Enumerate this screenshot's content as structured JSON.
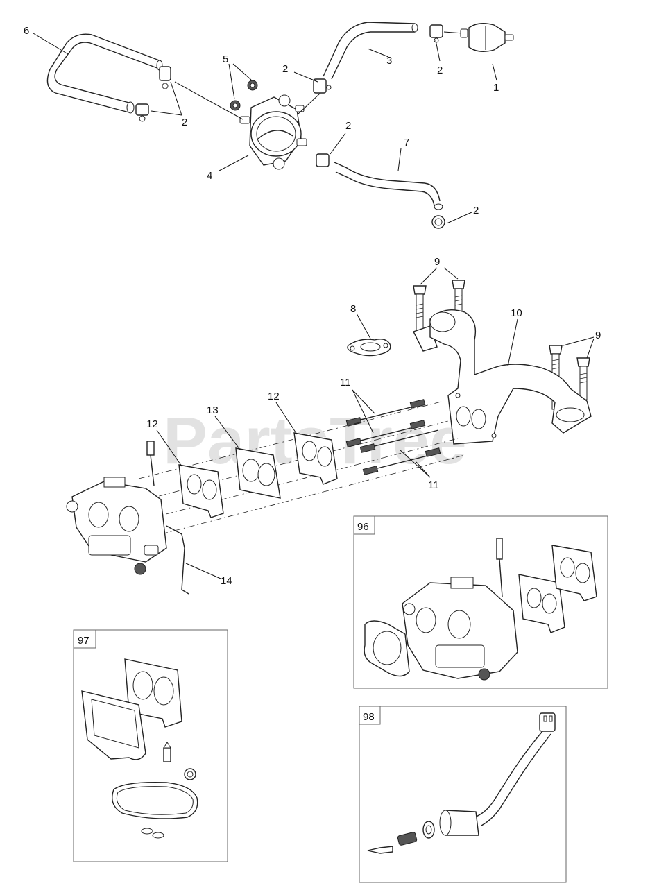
{
  "watermark": "PartsTree",
  "callouts": {
    "c1": "1",
    "c2a": "2",
    "c2b": "2",
    "c2c": "2",
    "c2d": "2",
    "c2e": "2",
    "c3": "3",
    "c4": "4",
    "c5": "5",
    "c6": "6",
    "c7": "7",
    "c8": "8",
    "c9a": "9",
    "c9b": "9",
    "c10": "10",
    "c11a": "11",
    "c11b": "11",
    "c12a": "12",
    "c12b": "12",
    "c13": "13",
    "c14": "14"
  },
  "kits": {
    "k96": "96",
    "k97": "97",
    "k98": "98"
  },
  "colors": {
    "line": "#222222",
    "watermark": "#d9d9d9",
    "box_border": "#666666"
  }
}
